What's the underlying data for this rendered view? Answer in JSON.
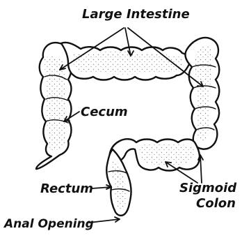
{
  "labels": {
    "large_intestine": "Large Intestine",
    "cecum": "Cecum",
    "rectum": "Rectum",
    "sigmoid_line1": "Sigmoid",
    "sigmoid_line2": "Colon",
    "anal_opening": "Anal Opening"
  },
  "colors": {
    "ink": "#111111",
    "background": "#ffffff",
    "stipple": "#333333"
  }
}
